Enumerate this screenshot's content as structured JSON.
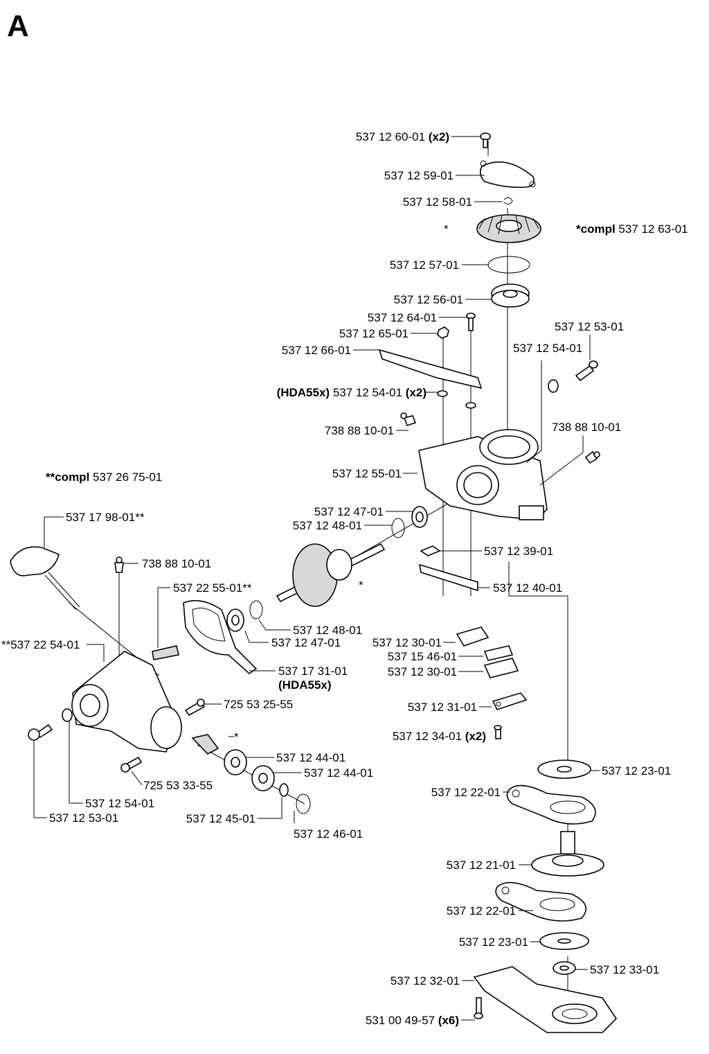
{
  "section_letter": "A",
  "labels": {
    "p_537_12_60_01": "537 12 60-01",
    "x2_a": "(x2)",
    "p_537_12_59_01": "537 12 59-01",
    "p_537_12_58_01": "537 12 58-01",
    "star_1": "*",
    "compl_1_prefix": "*compl",
    "compl_1_num": "537 12 63-01",
    "p_537_12_57_01": "537 12 57-01",
    "p_537_12_56_01": "537 12 56-01",
    "p_537_12_64_01": "537 12 64-01",
    "p_537_12_65_01": "537 12 65-01",
    "p_537_12_53_01_a": "537 12 53-01",
    "p_537_12_66_01": "537 12 66-01",
    "p_537_12_54_01_a": "537 12 54-01",
    "hda_1": "(HDA55x)",
    "p_537_12_54_01_b": "537 12 54-01",
    "x2_b": "(x2)",
    "p_738_88_10_01_a": "738 88 10-01",
    "p_738_88_10_01_b": "738 88 10-01",
    "compl_2_prefix": "**compl",
    "compl_2_num": "537 26 75-01",
    "p_537_12_55_01": "537 12 55-01",
    "p_537_12_47_01_a": "537 12 47-01",
    "p_537_17_98_01": "537 17 98-01**",
    "p_537_12_48_01_a": "537 12 48-01",
    "p_537_12_39_01": "537 12 39-01",
    "p_738_88_10_01_c": "738 88 10-01",
    "p_537_22_55_01": "537 22 55-01**",
    "star_2": "*",
    "p_537_12_40_01": "537 12 40-01",
    "p_537_12_48_01_b": "537 12 48-01",
    "p_537_22_54_01": "**537 22 54-01",
    "p_537_12_47_01_b": "537 12 47-01",
    "p_537_12_30_01_a": "537 12 30-01",
    "p_537_15_46_01": "537 15 46-01",
    "p_537_17_31_01": "537 17 31-01",
    "p_537_12_30_01_b": "537 12 30-01",
    "hda_2": "(HDA55x)",
    "p_725_53_25_55": "725 53 25-55",
    "p_537_12_31_01": "537 12 31-01",
    "star_3": "*",
    "p_537_12_34_01": "537 12 34-01",
    "x2_c": "(x2)",
    "p_537_12_44_01_a": "537 12 44-01",
    "p_537_12_44_01_b": "537 12 44-01",
    "p_537_12_23_01_a": "537 12 23-01",
    "p_725_53_33_55": "725 53 33-55",
    "p_537_12_22_01_a": "537 12 22-01",
    "p_537_12_54_01_c": "537 12 54-01",
    "p_537_12_53_01_b": "537 12 53-01",
    "p_537_12_45_01": "537 12 45-01",
    "p_537_12_46_01": "537 12 46-01",
    "p_537_12_21_01": "537 12 21-01",
    "p_537_12_22_01_b": "537 12 22-01",
    "p_537_12_23_01_b": "537 12 23-01",
    "p_537_12_33_01": "537 12 33-01",
    "p_537_12_32_01": "537 12 32-01",
    "p_531_00_49_57": "531 00 49-57",
    "x6": "(x6)"
  }
}
